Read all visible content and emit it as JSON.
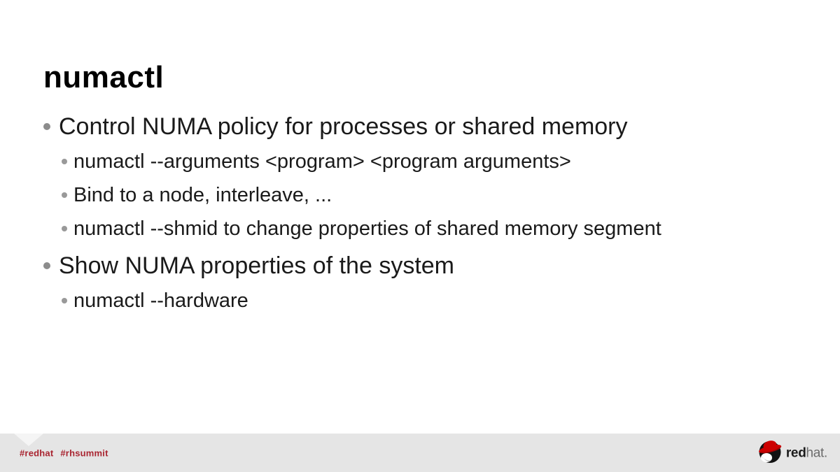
{
  "slide": {
    "title": "numactl",
    "bullets": [
      {
        "level": 1,
        "text": "Control NUMA policy for processes or shared memory"
      },
      {
        "level": 2,
        "text": "numactl --arguments <program> <program arguments>"
      },
      {
        "level": 2,
        "text": "Bind to a node, interleave, ..."
      },
      {
        "level": 2,
        "text": "numactl --shmid to change properties of shared memory segment"
      },
      {
        "level": 1,
        "text": "Show NUMA properties of the system"
      },
      {
        "level": 2,
        "text": "numactl --hardware"
      }
    ]
  },
  "footer": {
    "hashtags": [
      "#redhat",
      "#rhsummit"
    ],
    "logo": {
      "word_bold": "red",
      "word_light": "hat."
    }
  },
  "colors": {
    "text": "#1a1a1a",
    "bullet_dot": "#8c8c8c",
    "footer_background": "#e5e5e5",
    "footer_notch": "#f5f5f5",
    "hashtag_red": "#a92430",
    "logo_red": "#cc0000",
    "logo_circle": "#121212",
    "wordmark_bold": "#1c1c1c",
    "wordmark_light": "#6b6b6b"
  }
}
